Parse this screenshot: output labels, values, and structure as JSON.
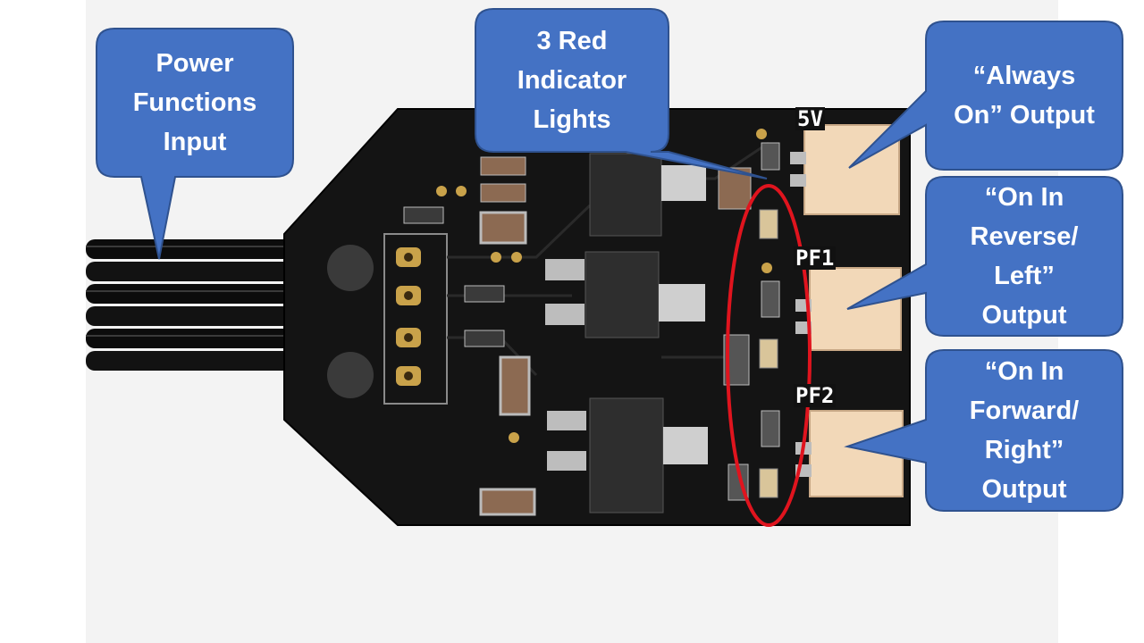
{
  "callouts": {
    "power_input": "Power\nFunctions\nInput",
    "indicator_lights": "3 Red\nIndicator\nLights",
    "always_on": "“Always\nOn” Output",
    "reverse_left": "“On In\nReverse/\nLeft”\nOutput",
    "forward_right": "“On In\nForward/\nRight”\nOutput"
  },
  "board_labels": {
    "port_5v": "5V",
    "port_pf1": "PF1",
    "port_pf2": "PF2"
  },
  "colors": {
    "callout_fill": "#4472c4",
    "callout_border": "#2f528f",
    "highlight_ring": "#e0141e",
    "pcb": "#141414",
    "connector": "#f2d8b8"
  }
}
